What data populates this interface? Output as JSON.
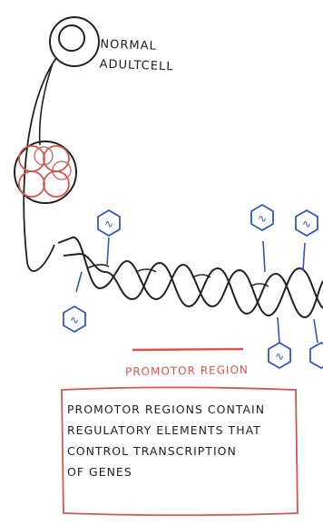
{
  "labels": {
    "cell": "NORMAL\nADULTCELL",
    "region_title": "PROMOTOR REGION",
    "note": "PROMOTOR REGIONS CONTAIN\nREGULATORY ELEMENTS THAT\nCONTROL TRANSCRIPTION\n    OF GENES"
  },
  "marker_symbol": "∿",
  "colors": {
    "ink": "#222222",
    "accent_red": "#d9534f",
    "marker_blue": "#3355cc"
  }
}
